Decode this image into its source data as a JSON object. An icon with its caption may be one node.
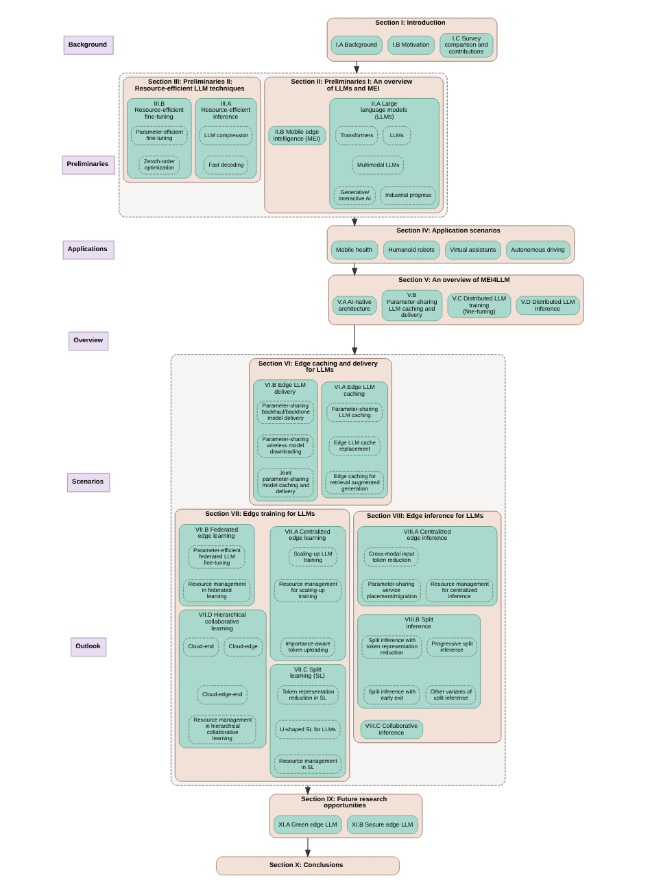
{
  "diagram": {
    "nodes": [
      {
        "text": [
          "Background"
        ]
      },
      {
        "text": [
          "Section I: Introduction"
        ]
      },
      {
        "text": [
          "I.A Background"
        ],
        "in": 1
      },
      {
        "text": [
          "I.B Motivation"
        ],
        "in": 1
      },
      {
        "text": [
          "I.C Survey comparison and contributions"
        ],
        "in": 1
      },
      {
        "text": [
          "Preliminaries"
        ]
      },
      {
        "text": [],
        "shape": "box"
      },
      {
        "text": [
          "Section II: Preliminaries I: An overview of LLMs and MEI"
        ],
        "in": 6
      },
      {
        "text": [
          "II.A Large language models (LLMs)"
        ],
        "in": 7
      },
      {
        "text": [
          "Transformers"
        ],
        "in": 8
      },
      {
        "text": [
          "LLMs"
        ],
        "in": 8
      },
      {
        "text": [
          "Multimodal LLMs"
        ],
        "in": 8
      },
      {
        "text": [
          "Generative/ Interactive AI"
        ],
        "in": 8
      },
      {
        "text": [
          "Industrial progress"
        ],
        "in": 8
      },
      {
        "text": [
          "II.B Mobile edge intelligence (MEI)"
        ],
        "in": 7
      },
      {
        "text": [
          "Section III: Preliminaries II: Resource-efficient LLM techniques"
        ],
        "in": 6
      },
      {
        "text": [
          "III.A Resource-efficient inference"
        ],
        "in": 15
      },
      {
        "text": [
          "LLM compression"
        ],
        "in": 16
      },
      {
        "text": [
          "Fast decoding"
        ],
        "in": 16
      },
      {
        "text": [
          "III.B Resource-efficient fine-tuning"
        ],
        "in": 15
      },
      {
        "text": [
          "Parameter-efficient fine-tuning"
        ],
        "in": 19
      },
      {
        "text": [
          "Zeroth-order optimization"
        ],
        "in": 19
      },
      {
        "text": [
          "Applications"
        ]
      },
      {
        "text": [
          "Section IV: Application scenarios"
        ]
      },
      {
        "text": [
          "Mobile health"
        ],
        "in": 23
      },
      {
        "text": [
          "Humanoid robots"
        ],
        "in": 23
      },
      {
        "text": [
          "Virtual assistants"
        ],
        "in": 23
      },
      {
        "text": [
          "Autonomous driving"
        ],
        "in": 23
      },
      {
        "text": [
          "Overview"
        ]
      },
      {
        "text": [
          "Section V: An overview of MEI4LLM"
        ]
      },
      {
        "text": [
          "V.A AI-native architecture"
        ],
        "in": 29
      },
      {
        "text": [
          "V.B Parameter-sharing LLM caching and delivery"
        ],
        "in": 29
      },
      {
        "text": [
          "V.C Distributed LLM training (fine-tuning)"
        ],
        "in": 29
      },
      {
        "text": [
          "V.D Distributed LLM inference"
        ],
        "in": 29
      },
      {
        "text": [
          "Scenarios"
        ]
      },
      {
        "text": [],
        "shape": "box"
      },
      {
        "text": [
          "Section VI: Edge caching and delivery for LLMs"
        ],
        "in": 35
      },
      {
        "text": [
          "VI.A Edge LLM caching"
        ],
        "in": 36
      },
      {
        "text": [
          "Parameter-sharing LLM caching"
        ],
        "in": 37
      },
      {
        "text": [
          "Edge LLM cache replacement"
        ],
        "in": 37
      },
      {
        "text": [
          "Edge caching for retrieval augmented generation"
        ],
        "in": 37
      },
      {
        "text": [
          "VI.B Edge LLM delivery"
        ],
        "in": 36
      },
      {
        "text": [
          "Parameter-sharing backhaul/backbone model delivery"
        ],
        "in": 41
      },
      {
        "text": [
          "Parameter-sharing wireless model downloading"
        ],
        "in": 41
      },
      {
        "text": [
          "Joint parameter-sharing model caching and delivery"
        ],
        "in": 41
      },
      {
        "text": [
          "Section VII: Edge training for LLMs"
        ],
        "in": 35
      },
      {
        "text": [
          "VII.A Centralized edge learning"
        ],
        "in": 45
      },
      {
        "text": [
          "Scaling-up LLM training"
        ],
        "in": 46
      },
      {
        "text": [
          "Resource management for scaling-up training"
        ],
        "in": 46
      },
      {
        "text": [
          "Importance-aware token uploading"
        ],
        "in": 46
      },
      {
        "text": [
          "VII.B Federated edge learning"
        ],
        "in": 45
      },
      {
        "text": [
          "Parameter-efficient federated LLM fine-tuning"
        ],
        "in": 50
      },
      {
        "text": [
          "Resource management in federated learning"
        ],
        "in": 50
      },
      {
        "text": [
          "VII.C Split learning (SL)"
        ],
        "in": 45
      },
      {
        "text": [
          "Token representation reduction in SL"
        ],
        "in": 53
      },
      {
        "text": [
          "U-shaped SL for LLMs"
        ],
        "in": 53
      },
      {
        "text": [
          "Resource management in SL"
        ],
        "in": 53
      },
      {
        "text": [
          "VII.D Hierarchical collaborative learning"
        ],
        "in": 45
      },
      {
        "text": [
          "Cloud-end"
        ],
        "in": 57
      },
      {
        "text": [
          "Cloud-edge"
        ],
        "in": 57
      },
      {
        "text": [
          "Cloud-edge-end"
        ],
        "in": 57
      },
      {
        "text": [
          "Resource management in hierarchical collaborative learning"
        ],
        "in": 57
      },
      {
        "text": [
          "Section VIII: Edge inference for LLMs"
        ],
        "in": 35
      },
      {
        "text": [
          "VIII.A Centralized edge inference"
        ],
        "in": 62
      },
      {
        "text": [
          "Cross-modal input token reduction"
        ],
        "in": 63
      },
      {
        "text": [
          "Parameter-sharing service placement/migration"
        ],
        "in": 63
      },
      {
        "text": [
          "Resource management for centralized inference"
        ],
        "in": 63
      },
      {
        "text": [
          "VIII.B Split inference"
        ],
        "in": 62
      },
      {
        "text": [
          "Split inference with token representation reduction"
        ],
        "in": 67
      },
      {
        "text": [
          "Progressive split inference"
        ],
        "in": 67
      },
      {
        "text": [
          "Split inference with early exit"
        ],
        "in": 67
      },
      {
        "text": [
          "Other variants of split inference"
        ],
        "in": 67
      },
      {
        "text": [
          "VIII.C Collaborative inference"
        ],
        "in": 62
      },
      {
        "text": [
          "Outlook"
        ]
      },
      {
        "text": [
          "Section IX: Future research opportunities"
        ]
      },
      {
        "text": [
          "XI.A Green edge LLM"
        ],
        "in": 74
      },
      {
        "text": [
          "XI.B Secure edge LLM"
        ],
        "in": 74
      },
      {
        "text": [
          "Section X: Conclusions"
        ]
      }
    ],
    "edges": [
      {
        "from": 1,
        "to": 6,
        "arrow": "to"
      },
      {
        "from": 6,
        "to": 23,
        "arrow": "to"
      },
      {
        "from": 23,
        "to": 29,
        "arrow": "to"
      },
      {
        "from": 29,
        "to": 35,
        "arrow": "to"
      },
      {
        "from": 35,
        "to": 74,
        "arrow": "to"
      },
      {
        "from": 74,
        "to": 77,
        "arrow": "to"
      }
    ]
  }
}
